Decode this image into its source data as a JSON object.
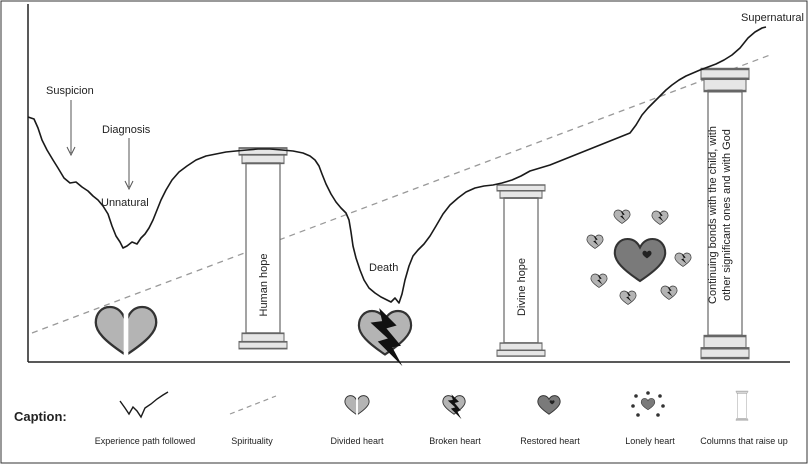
{
  "labels": {
    "supernatural": "Supernatural",
    "suspicion": "Suspicion",
    "diagnosis": "Diagnosis",
    "unnatural": "Unnatural",
    "death": "Death"
  },
  "columns": {
    "human_hope": "Human hope",
    "divine_hope": "Divine hope",
    "continuing_line1": "Continuing bonds with the child, with",
    "continuing_line2": "other significant ones and with God"
  },
  "caption": {
    "title": "Caption:",
    "experience_path": "Experience path followed",
    "spirituality": "Spirituality",
    "divided_heart": "Divided heart",
    "broken_heart": "Broken heart",
    "restored_heart": "Restored heart",
    "lonely_heart": "Lonely heart",
    "columns": "Columns that raise up"
  },
  "colors": {
    "heart_fill": "#b4b4b4",
    "restored_heart_fill": "#7a7a7a",
    "line": "#1a1a1a",
    "spirituality_line": "#999999"
  }
}
